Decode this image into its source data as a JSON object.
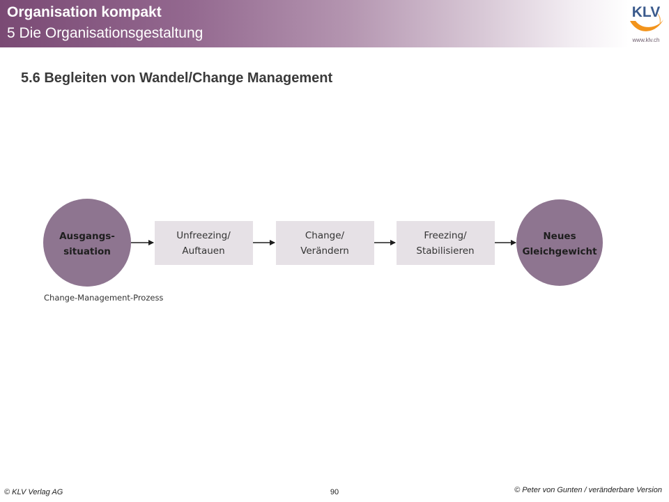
{
  "header": {
    "title": "Organisation kompakt",
    "subtitle": "5 Die Organisationsgestaltung",
    "logo_text": "KLV",
    "logo_url": "www.klv.ch"
  },
  "section_heading": "5.6 Begleiten von Wandel/Change Management",
  "diagram": {
    "start": {
      "line1": "Ausgangs-",
      "line2": "situation"
    },
    "steps": [
      {
        "line1": "Unfreezing/",
        "line2": "Auftauen"
      },
      {
        "line1": "Change/",
        "line2": "Verändern"
      },
      {
        "line1": "Freezing/",
        "line2": "Stabilisieren"
      }
    ],
    "end": {
      "line1": "Neues",
      "line2": "Gleichgewicht"
    },
    "caption": "Change-Management-Prozess"
  },
  "footer": {
    "left": "© KLV Verlag AG",
    "page": "90",
    "right": "© Peter von Gunten / veränderbare Version"
  },
  "colors": {
    "header_purple": "#7a4a74",
    "circle_fill": "#8e7590",
    "box_fill": "#e6e1e6",
    "logo_orange": "#f2941c",
    "logo_blue": "#3a5a8c"
  }
}
